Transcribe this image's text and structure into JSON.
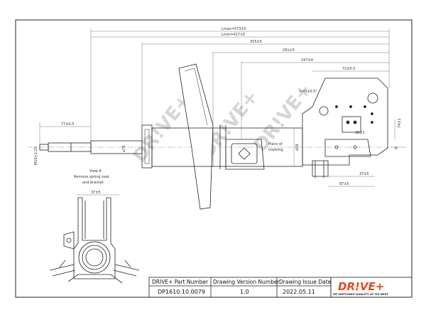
{
  "watermark": "DR!VE+",
  "dimensions": {
    "l_max": "Lmax=573±5",
    "l_min": "Lmin=417±5",
    "d1": "355±5",
    "d2": "291±5",
    "d3": "247±4",
    "d4": "72±0.5",
    "d_rod": "77±0.5",
    "angle": "L=0±0.5°",
    "d_tube": "⌀78",
    "d_side": "⌀58",
    "d_right_a": "74±1",
    "d_right_b": "38±1",
    "d_bottom_a": "37±5",
    "d_bottom_b": "87±5",
    "thread": "M10×1.25",
    "view_width": "37±5",
    "section": "A"
  },
  "notes": {
    "view_a": "View A",
    "view_a_sub1": "Remove spring seat",
    "view_a_sub2": "and bracket",
    "place_marking_1": "Place of",
    "place_marking_2": "marking"
  },
  "title_block": {
    "headers": [
      "DRIVE+ Part Number",
      "Drawing Version  Number",
      "Drawing Issue Date"
    ],
    "values": [
      "DP1610.10.0079",
      "1.0",
      "2022.05.11"
    ],
    "logo": "DR!VE+",
    "tagline": "OE MATCHING QUALITY AT ITS BEST"
  },
  "colors": {
    "line": "#222222",
    "dim": "#555555",
    "watermark": "#d6d6d6",
    "logo_orange": "#e8471c"
  }
}
